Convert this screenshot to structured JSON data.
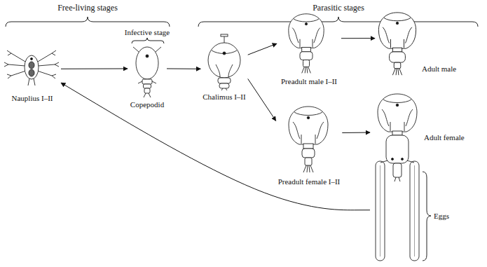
{
  "diagram": {
    "nodes": [
      {
        "text": [
          "Nauplius I–II"
        ]
      },
      {
        "text": [
          "Copepodid"
        ]
      },
      {
        "text": [
          "Chalimus I–II"
        ]
      },
      {
        "text": [
          "Preadult male I–II"
        ]
      },
      {
        "text": [
          "Adult male"
        ]
      },
      {
        "text": [
          "Preadult female I–II"
        ]
      },
      {
        "text": [
          "Adult female"
        ]
      }
    ],
    "edges": [
      {
        "from": 0,
        "to": 1,
        "arrow": "to"
      },
      {
        "from": 1,
        "to": 2,
        "arrow": "to"
      },
      {
        "from": 2,
        "to": 3,
        "arrow": "to"
      },
      {
        "from": 2,
        "to": 5,
        "arrow": "to"
      },
      {
        "from": 3,
        "to": 4,
        "arrow": "to"
      },
      {
        "from": 5,
        "to": 6,
        "arrow": "to"
      },
      {
        "from": 6,
        "to": 0,
        "arrow": "to"
      }
    ],
    "labels": [
      "Free-living stages",
      "Infective stage",
      "Parasitic stages",
      "Eggs"
    ]
  }
}
